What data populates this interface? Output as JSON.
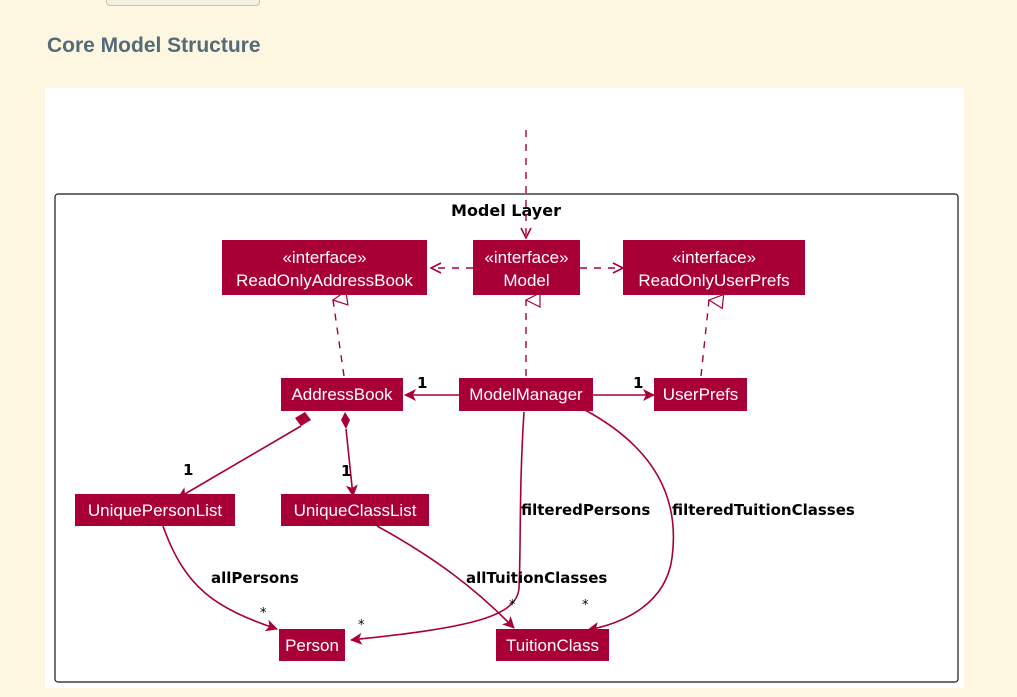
{
  "page": {
    "section_title": "Core Model Structure"
  },
  "diagram": {
    "package_title": "Model Layer",
    "nodes": {
      "read_only_address_book": {
        "stereotype": "«interface»",
        "name": "ReadOnlyAddressBook"
      },
      "model": {
        "stereotype": "«interface»",
        "name": "Model"
      },
      "read_only_user_prefs": {
        "stereotype": "«interface»",
        "name": "ReadOnlyUserPrefs"
      },
      "address_book": {
        "name": "AddressBook"
      },
      "model_manager": {
        "name": "ModelManager"
      },
      "user_prefs": {
        "name": "UserPrefs"
      },
      "unique_person_list": {
        "name": "UniquePersonList"
      },
      "unique_class_list": {
        "name": "UniqueClassList"
      },
      "person": {
        "name": "Person"
      },
      "tuition_class": {
        "name": "TuitionClass"
      }
    },
    "labels": {
      "filtered_persons": "filteredPersons",
      "filtered_tuition_classes": "filteredTuitionClasses",
      "all_persons": "allPersons",
      "all_tuition_classes": "allTuitionClasses"
    },
    "multiplicities": {
      "address_book": "1",
      "user_prefs": "1",
      "unique_person_list": "1",
      "unique_class_list": "1",
      "person_from_list": "*",
      "person_from_manager": "*",
      "tuition_from_list": "*",
      "tuition_from_manager": "*"
    },
    "colors": {
      "node_fill": "#a80036",
      "edge": "#a80036",
      "frame": "#181818"
    }
  }
}
